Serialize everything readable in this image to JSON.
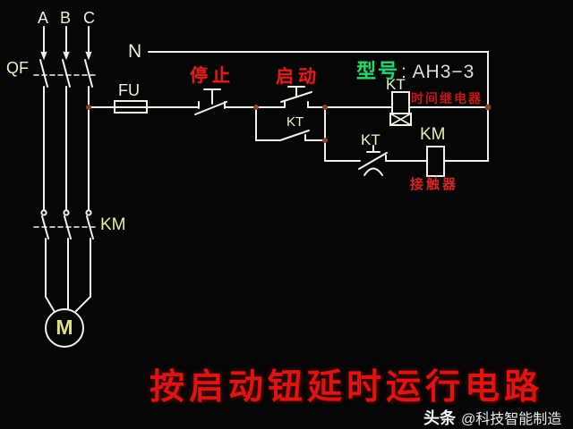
{
  "colors": {
    "background": "#060606",
    "wire": "#f2f2ea",
    "label_pale": "#eef0cf",
    "label_yellow": "#e9eaa8",
    "red_text": "#cf2424",
    "title_red": "#d81616",
    "model_green": "#2fce6e",
    "model_value_white": "#d9dde2",
    "junction_dot": "#8a4035",
    "time_relay_note_red": "#b51b1b",
    "contactor_note_red": "#c42a2a"
  },
  "diagram": {
    "phase_labels": [
      "A",
      "B",
      "C"
    ],
    "breaker_label": "QF",
    "fuse_label": "FU",
    "neutral_label": "N",
    "stop_button_label": "停止",
    "start_button_label": "启动",
    "kt_latch_contact_label": "KT",
    "kt_coil_label": "KT",
    "kt_delay_contact_label": "KT",
    "km_coil_label": "KM",
    "km_main_contact_label": "KM",
    "motor_label": "M",
    "model_prefix": "型号",
    "model_value": ": AH3−3",
    "time_relay_note": "时间继电器",
    "contactor_note": "接触器"
  },
  "title": "按启动钮延时运行电路",
  "watermark": {
    "brand": "头条",
    "handle": "@科技智能制造"
  }
}
